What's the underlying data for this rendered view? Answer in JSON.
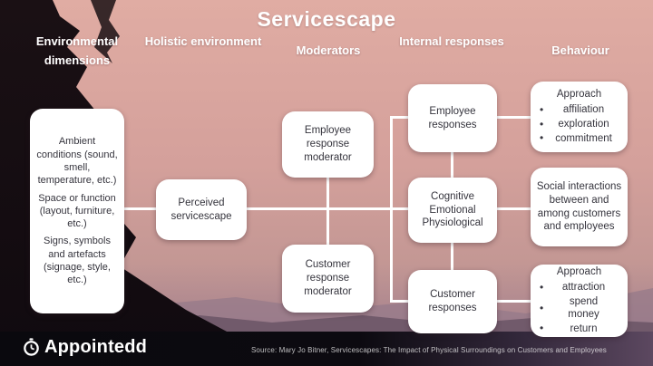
{
  "title": "Servicescape",
  "columns": [
    {
      "label": "Environmental dimensions"
    },
    {
      "label": "Holistic environment"
    },
    {
      "label": "Moderators"
    },
    {
      "label": "Internal responses"
    },
    {
      "label": "Behaviour"
    }
  ],
  "boxes": {
    "environmental": {
      "paragraphs": [
        "Ambient conditions (sound, smell, temperature, etc.)",
        "Space or function (layout, furniture, etc.)",
        "Signs, symbols and artefacts (signage, style, etc.)"
      ]
    },
    "perceived": {
      "text": "Perceived servicescape"
    },
    "employee_moderator": {
      "text": "Employee response moderator"
    },
    "customer_moderator": {
      "text": "Customer response moderator"
    },
    "employee_responses": {
      "text": "Employee responses"
    },
    "internal_states": {
      "text": "Cognitive Emotional Physiological"
    },
    "customer_responses": {
      "text": "Customer responses"
    },
    "employee_behaviour": {
      "heading": "Approach",
      "bullets": [
        "affiliation",
        "exploration",
        "commitment"
      ]
    },
    "social_interactions": {
      "text": "Social interactions between and among customers and employees"
    },
    "customer_behaviour": {
      "heading": "Approach",
      "bullets": [
        "attraction",
        "spend money",
        "return"
      ]
    }
  },
  "glyphs": {
    "bullet": "•"
  },
  "footer": {
    "logo_text": "Appointedd",
    "source": "Source: Mary Jo Bitner, Servicescapes: The Impact of Physical Surroundings on Customers and Employees"
  },
  "colors": {
    "sky_pink": "#d6a29c",
    "box_bg": "#ffffff",
    "box_text": "#35343d",
    "connector": "#ffffff",
    "silhouette_dark": "#150d12",
    "ridge_purple": "#6d5667",
    "footer_bar": "#0a090e"
  }
}
